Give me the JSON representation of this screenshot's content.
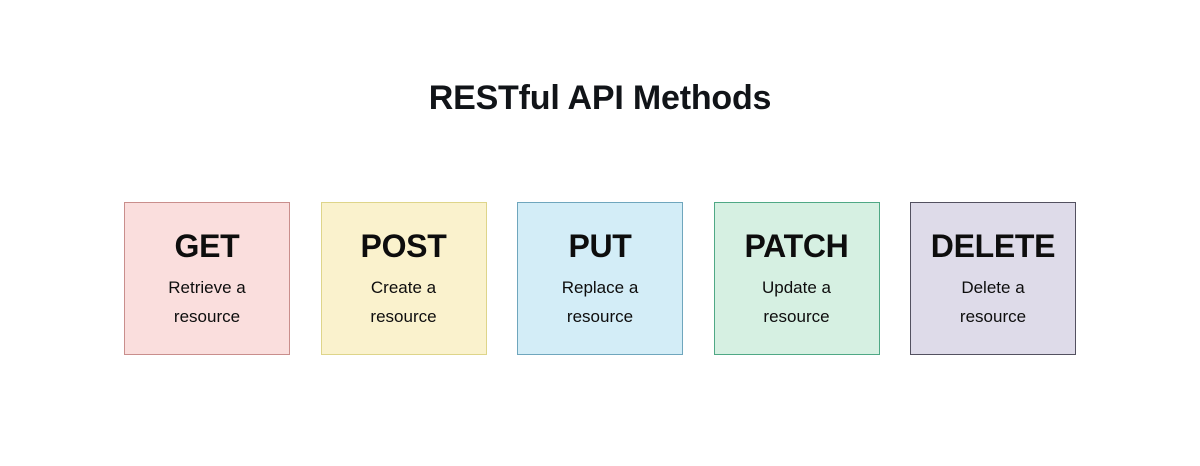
{
  "page": {
    "title": "RESTful API Methods",
    "background_color": "#ffffff",
    "title_color": "#111418"
  },
  "cards": [
    {
      "method": "GET",
      "description": "Retrieve a resource",
      "background_color": "#fadedd",
      "border_color": "#c98e8c",
      "text_color": "#0d0d0d"
    },
    {
      "method": "POST",
      "description": "Create a resource",
      "background_color": "#faf2cd",
      "border_color": "#ded58a",
      "text_color": "#0d0d0d"
    },
    {
      "method": "PUT",
      "description": "Replace a resource",
      "background_color": "#d3edf7",
      "border_color": "#6fa6bd",
      "text_color": "#0d0d0d"
    },
    {
      "method": "PATCH",
      "description": "Update a resource",
      "background_color": "#d6f0e2",
      "border_color": "#4fa885",
      "text_color": "#0d0d0d"
    },
    {
      "method": "DELETE",
      "description": "Delete a resource",
      "background_color": "#dedbe9",
      "border_color": "#535160",
      "text_color": "#0d0d0d"
    }
  ]
}
